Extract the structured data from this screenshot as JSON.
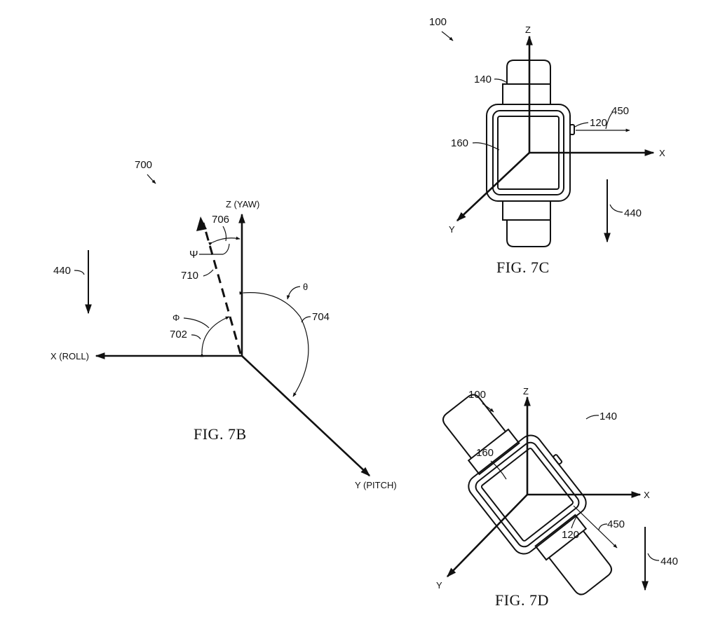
{
  "fig7b": {
    "ref_700": "700",
    "ref_440": "440",
    "axis_z": "Z (YAW)",
    "axis_x": "X (ROLL)",
    "axis_y": "Y (PITCH)",
    "ref_706": "706",
    "ref_710": "710",
    "ref_702": "702",
    "ref_704": "704",
    "sym_psi": "Ψ",
    "sym_phi": "Φ",
    "sym_theta": "θ",
    "caption": "FIG. 7B"
  },
  "fig7c": {
    "ref_100": "100",
    "axis_z": "Z",
    "axis_x": "X",
    "axis_y": "Y",
    "ref_140": "140",
    "ref_450": "450",
    "ref_120": "120",
    "ref_160": "160",
    "ref_440": "440",
    "caption": "FIG. 7C"
  },
  "fig7d": {
    "ref_100": "100",
    "axis_z": "Z",
    "axis_x": "X",
    "axis_y": "Y",
    "ref_140": "140",
    "ref_160": "160",
    "ref_450": "450",
    "ref_120": "120",
    "ref_440": "440",
    "caption": "FIG. 7D"
  }
}
